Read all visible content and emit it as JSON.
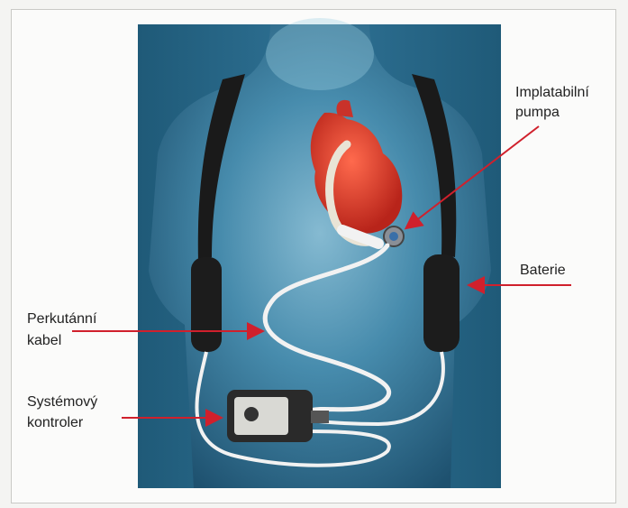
{
  "labels": {
    "pump_line1": "Implatabilní",
    "pump_line2": "pumpa",
    "battery": "Baterie",
    "cable_line1": "Perkutánní",
    "cable_line2": "kabel",
    "controller_line1": "Systémový",
    "controller_line2": "kontroler"
  },
  "colors": {
    "arrow": "#d0202c",
    "body_bg": "#2f6f8f",
    "heart": "#d83a2a",
    "cable": "#f2f2f2",
    "strap": "#1a1a1a"
  }
}
